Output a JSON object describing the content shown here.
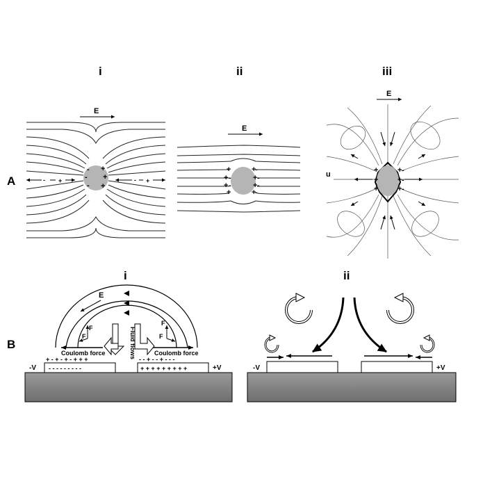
{
  "row_labels": {
    "a": "A",
    "b": "B"
  },
  "panel_a": {
    "i": {
      "numeral": "i",
      "field_label": "E"
    },
    "ii": {
      "numeral": "ii",
      "field_label": "E"
    },
    "iii": {
      "numeral": "iii",
      "field_label": "E",
      "velocity_label": "u"
    }
  },
  "panel_b": {
    "i": {
      "numeral": "i",
      "field_label": "E",
      "force_label": "Coulomb force",
      "flow_label": "Fluid flows",
      "neg_voltage": "-V",
      "pos_voltage": "+V",
      "ft_label": "F",
      "fn_label": "F"
    },
    "ii": {
      "numeral": "ii",
      "neg_voltage": "-V",
      "pos_voltage": "+V"
    }
  },
  "colors": {
    "particle": "#b5b5b5",
    "substrate_top": "#9a9a9a",
    "substrate_bottom": "#6e6e6e"
  }
}
